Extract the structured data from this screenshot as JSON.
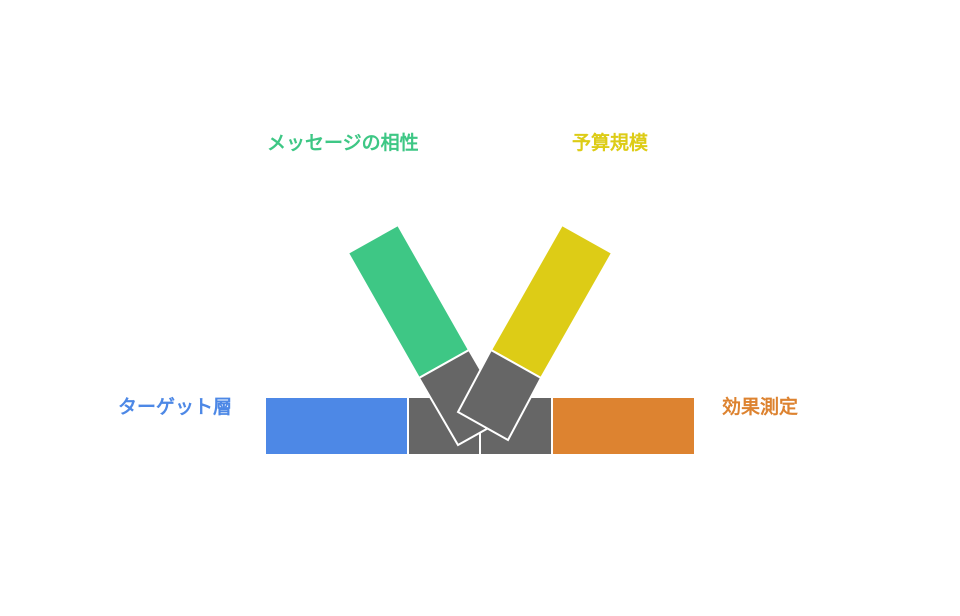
{
  "diagram": {
    "colors": {
      "message": "#3EC785",
      "budget": "#DDCC16",
      "target": "#4D88E6",
      "effect": "#DD8330",
      "joint": "#666666",
      "outline": "#ffffff"
    },
    "labels": {
      "message": "メッセージの相性",
      "budget": "予算規模",
      "target": "ターゲット層",
      "effect": "効果測定"
    }
  }
}
